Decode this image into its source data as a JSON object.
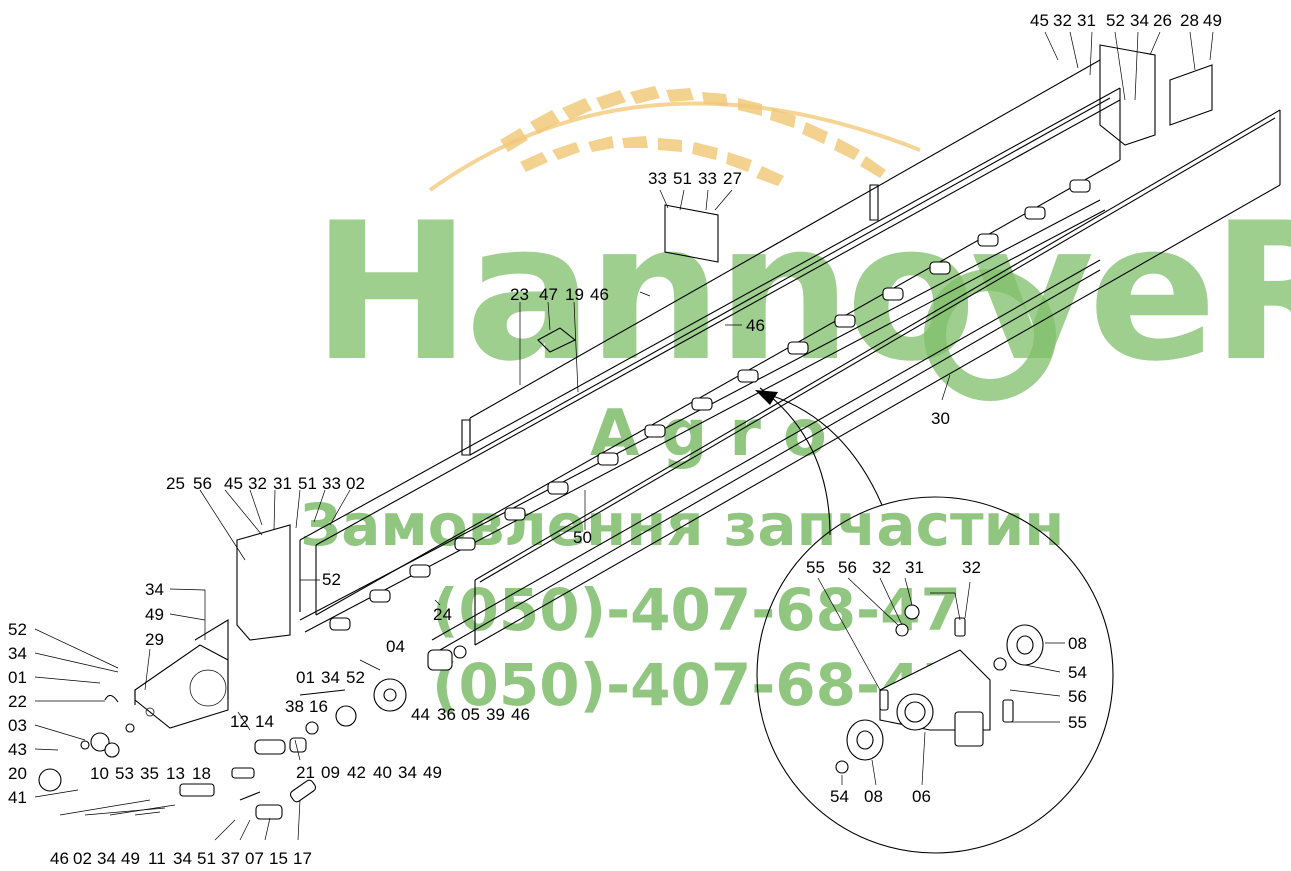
{
  "watermark": {
    "logo_text": "HannoveR",
    "logo_subtext": "Agro",
    "line1": "Замовлення запчастин",
    "line2": "(050)-407-68-47",
    "line3": "(050)-407-68-45",
    "colors": {
      "green": "#6db356",
      "wheat": "#f2c97c"
    }
  },
  "labels": {
    "top_right": [
      "45",
      "32",
      "31",
      "52",
      "34",
      "26",
      "28",
      "49"
    ],
    "top_mid": [
      "33",
      "51",
      "33",
      "27"
    ],
    "mid_a": [
      "23",
      "47",
      "19",
      "46"
    ],
    "mid_b": "46",
    "right_30": "30",
    "mid_left": [
      "25",
      "56",
      "45",
      "32",
      "31",
      "51",
      "33",
      "02"
    ],
    "l50": "50",
    "l52a": "52",
    "l24": "24",
    "row_01": [
      "01",
      "34",
      "52"
    ],
    "l04": "04",
    "row_44": [
      "44",
      "36",
      "05",
      "39",
      "46"
    ],
    "left_col": [
      "52",
      "34",
      "01",
      "22",
      "03",
      "43",
      "20",
      "41"
    ],
    "l34b": "34",
    "l49b": "49",
    "l29": "29",
    "row_10": [
      "10",
      "53",
      "35",
      "13",
      "18"
    ],
    "l12": "12",
    "l14": "14",
    "l38": "38",
    "l16": "16",
    "row_21": [
      "21",
      "09",
      "42",
      "40",
      "34",
      "49"
    ],
    "bottom_row": [
      "46",
      "02",
      "34",
      "49",
      "11",
      "34",
      "51",
      "37",
      "07",
      "15",
      "17"
    ],
    "detail": {
      "top": [
        "55",
        "56",
        "32",
        "31",
        "32"
      ],
      "right": [
        "08",
        "54",
        "56",
        "55"
      ],
      "bottom": [
        "54",
        "08",
        "06"
      ]
    }
  }
}
